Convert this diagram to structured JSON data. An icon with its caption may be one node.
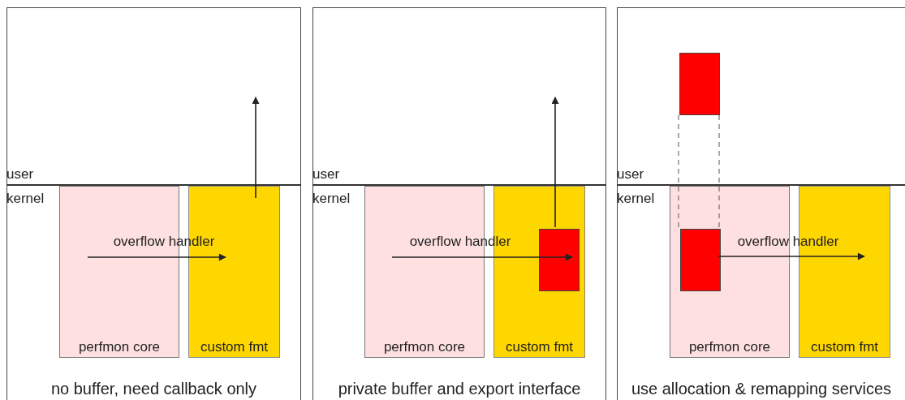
{
  "diagram": {
    "nodes": [
      {
        "text": [
          "no buffer, need callback only"
        ]
      },
      {
        "text": [
          "perfmon core"
        ],
        "in": 0
      },
      {
        "text": [
          "custom fmt"
        ],
        "in": 0
      },
      {
        "text": [
          "private buffer and export interface"
        ]
      },
      {
        "text": [
          "perfmon core"
        ],
        "in": 3
      },
      {
        "text": [
          "custom fmt"
        ],
        "in": 3
      },
      {
        "text": [],
        "shape": "box",
        "in": 5
      },
      {
        "text": [
          "use allocation & remapping services"
        ]
      },
      {
        "text": [],
        "shape": "box",
        "in": 7
      },
      {
        "text": [
          "perfmon core"
        ],
        "in": 7
      },
      {
        "text": [],
        "shape": "box",
        "in": 9
      },
      {
        "text": [
          "custom fmt"
        ],
        "in": 7
      }
    ],
    "edges": [
      {
        "from": 1,
        "to": 2,
        "arrow": "to",
        "label": "overflow handler"
      },
      {
        "from": 2,
        "to": null,
        "arrow": "to"
      },
      {
        "from": 4,
        "to": 6,
        "arrow": "to",
        "label": "overflow handler"
      },
      {
        "from": 6,
        "to": null,
        "arrow": "to"
      },
      {
        "from": 10,
        "to": 8,
        "arrow": "none",
        "style": "dashed"
      },
      {
        "from": 10,
        "to": 11,
        "arrow": "to",
        "label": "overflow handler"
      }
    ],
    "labels": [
      "user",
      "kernel",
      "user",
      "kernel",
      "user",
      "kernel"
    ]
  }
}
